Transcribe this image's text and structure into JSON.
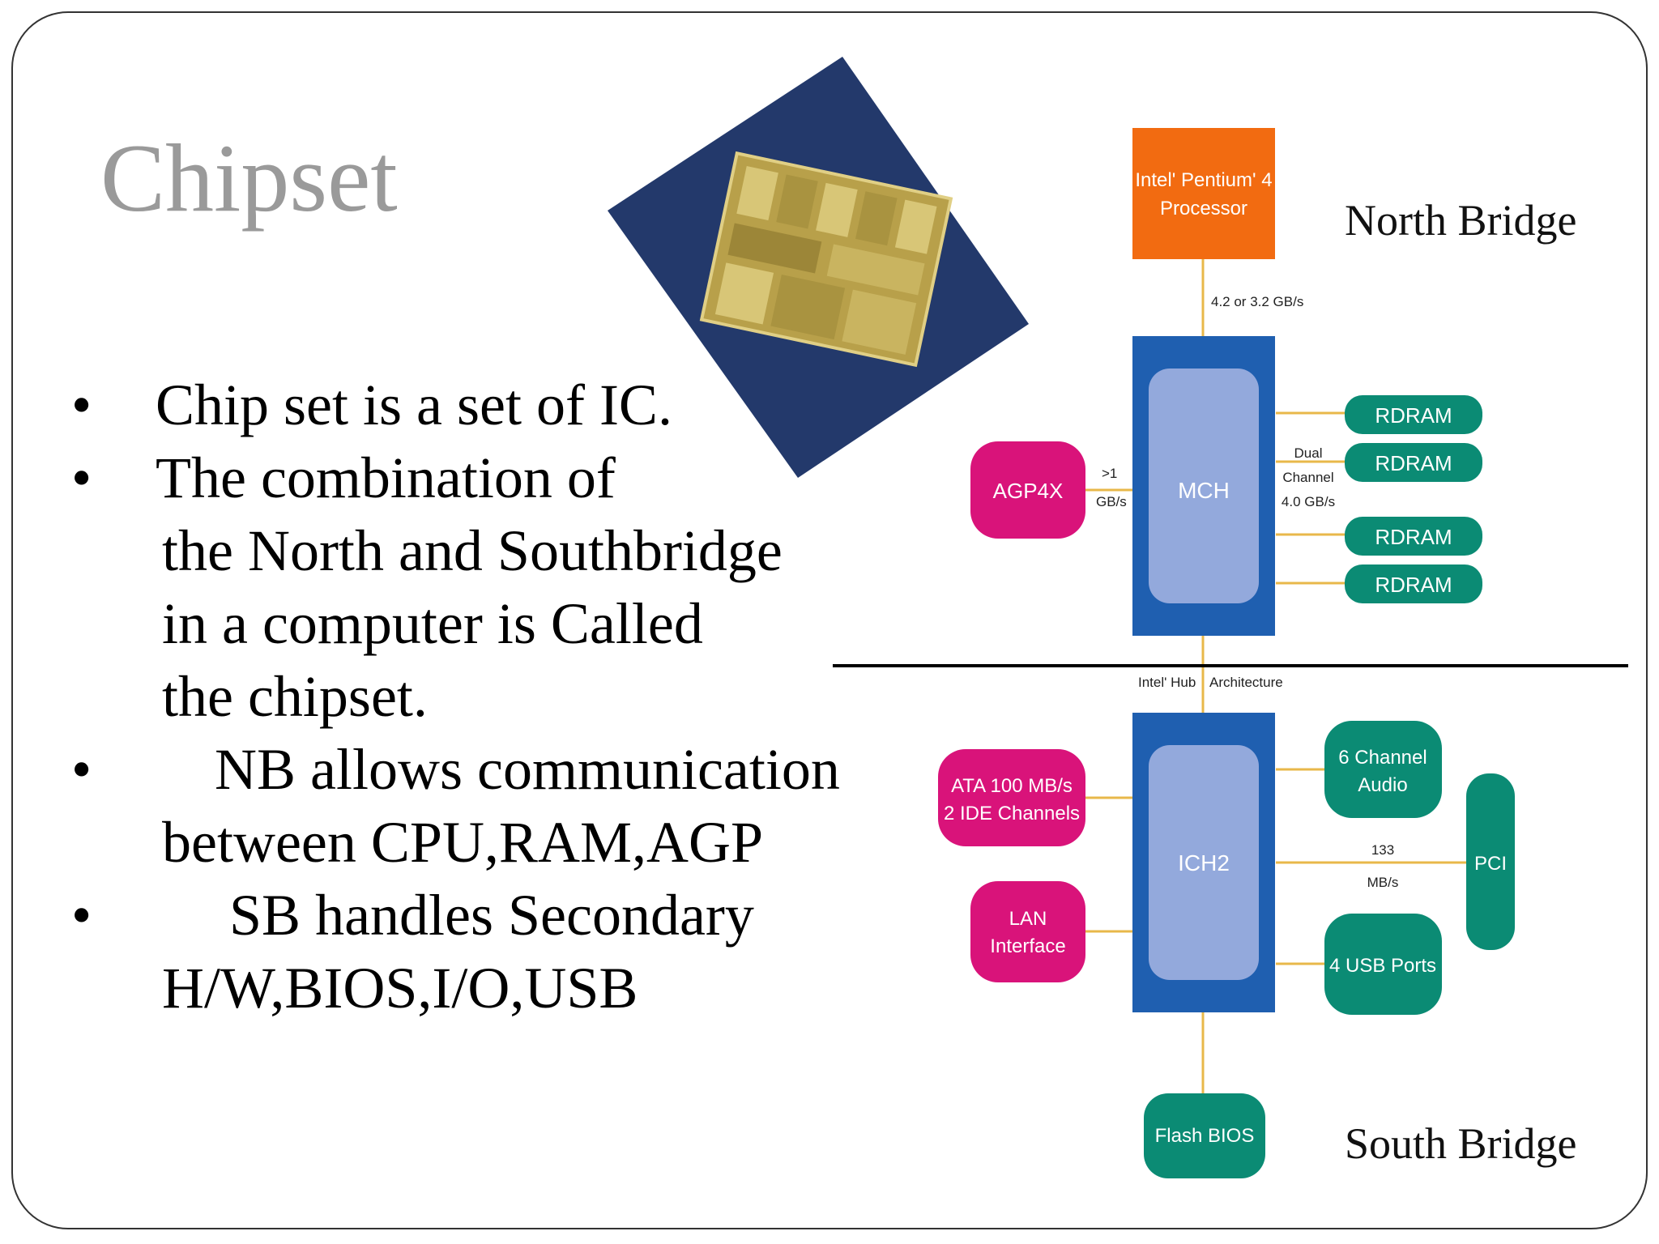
{
  "slide": {
    "title": "Chipset",
    "bullets": [
      {
        "marker": "•",
        "lines": [
          "Chip set is a set of IC."
        ]
      },
      {
        "marker": "•",
        "lines": [
          "The combination of",
          "the North and  Southbridge",
          "in a computer is Called",
          "the chipset."
        ]
      },
      {
        "marker": "•",
        "lines": [
          "NB allows communication",
          "between CPU,RAM,AGP"
        ]
      },
      {
        "marker": "•",
        "lines": [
          "SB handles Secondary",
          "H/W,BIOS,I/O,USB"
        ]
      }
    ]
  },
  "diagram": {
    "north_bridge_label": "North Bridge",
    "south_bridge_label": "South Bridge",
    "processor": {
      "line1": "Intel' Pentium' 4",
      "line2": "Processor"
    },
    "processor_bus_speed": "4.2 or 3.2 GB/s",
    "mch": "MCH",
    "agp": "AGP4X",
    "agp_speed": {
      "line1": ">1",
      "line2": "GB/s"
    },
    "memory_channel": {
      "line1": "Dual",
      "line2": "Channel",
      "line3": "4.0 GB/s"
    },
    "rdram_modules": [
      "RDRAM",
      "RDRAM",
      "RDRAM",
      "RDRAM"
    ],
    "hub_label": {
      "part1": "Intel' Hub",
      "part2": "Architecture"
    },
    "ich": "ICH2",
    "ata": {
      "line1": "ATA 100 MB/s",
      "line2": "2 IDE Channels"
    },
    "lan": {
      "line1": "LAN",
      "line2": "Interface"
    },
    "audio": {
      "line1": "6 Channel",
      "line2": "Audio"
    },
    "pci_speed": {
      "line1": "133",
      "line2": "MB/s"
    },
    "pci": "PCI",
    "usb": "4 USB Ports",
    "flash_bios": "Flash BIOS",
    "colors": {
      "processor": "#f26b11",
      "hub_block": "#1f5fb0",
      "hub_inner": "#93a9dc",
      "pink": "#d9137a",
      "teal": "#0b8b74",
      "connector": "#e8b84a"
    }
  }
}
